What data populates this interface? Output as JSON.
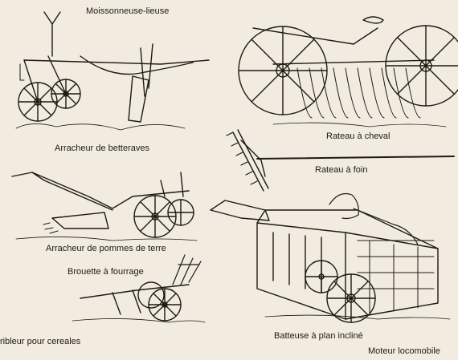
{
  "captions": {
    "moissonneuse": "Moissonneuse-lieuse",
    "arracheur_betteraves": "Arracheur de betteraves",
    "rateau_cheval": "Rateau à cheval",
    "rateau_foin": "Rateau à foin",
    "arracheur_pommes": "Arracheur de pommes de terre",
    "brouette": "Brouette à fourrage",
    "cribleur": "ribleur pour cereales",
    "batteuse": "Batteuse à plan incliné",
    "moteur": "Moteur locomobile"
  },
  "colors": {
    "paper": "#f1ecdf",
    "ink": "#1d1a15"
  }
}
